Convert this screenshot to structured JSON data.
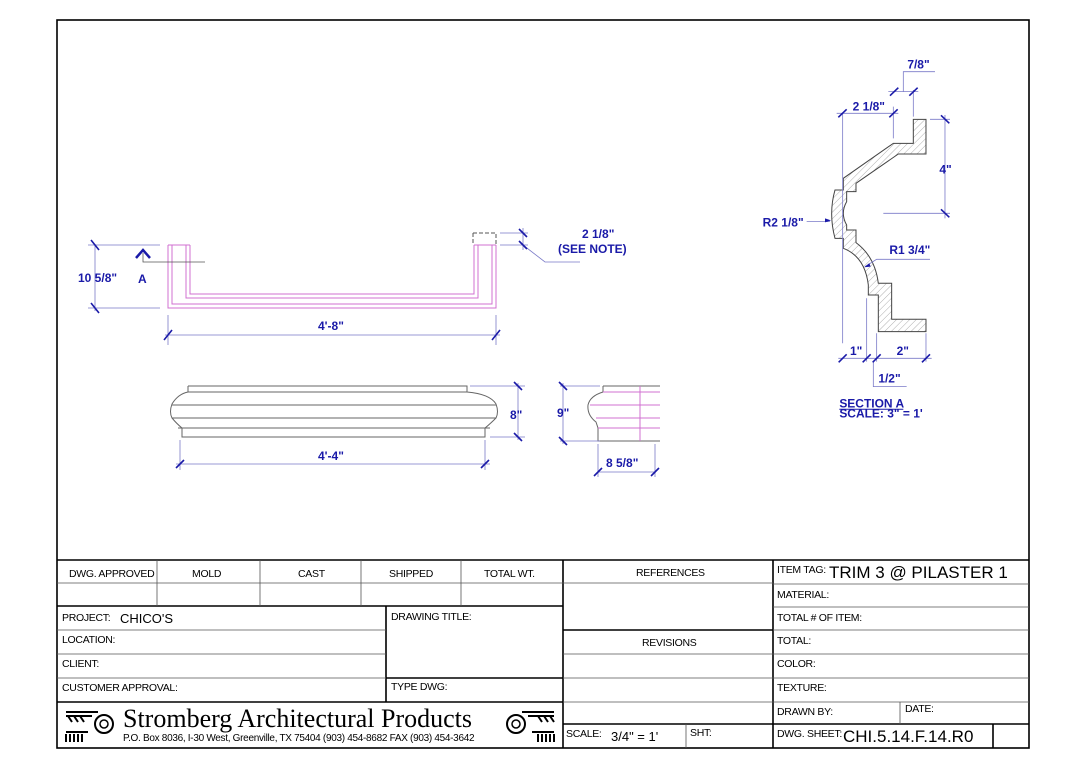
{
  "drawing": {
    "plan_view": {
      "height_dim": "10 5/8\"",
      "section_marker": "A",
      "length_dim": "4'-8\"",
      "end_dim": "2 1/8\"",
      "end_note": "(SEE NOTE)"
    },
    "front_view": {
      "length_dim": "4'-4\"",
      "height_dim": "8\""
    },
    "side_view": {
      "height_dim": "9\"",
      "depth_dim": "8 5/8\""
    },
    "section": {
      "dim_top_right": "7/8\"",
      "dim_top": "2 1/8\"",
      "dim_height": "4\"",
      "radius_outer": "R2 1/8\"",
      "radius_inner": "R1 3/4\"",
      "dim_bottom_left": "1\"",
      "dim_bottom_right": "2\"",
      "dim_bottom_gap": "1/2\"",
      "title": "SECTION A",
      "scale": "SCALE: 3\" = 1'"
    }
  },
  "title_block": {
    "status_headers": [
      "DWG. APPROVED",
      "MOLD",
      "CAST",
      "SHIPPED",
      "TOTAL WT."
    ],
    "project_label": "PROJECT:",
    "project_value": "CHICO'S",
    "location_label": "LOCATION:",
    "client_label": "CLIENT:",
    "customer_approval_label": "CUSTOMER APPROVAL:",
    "drawing_title_label": "DRAWING TITLE:",
    "type_dwg_label": "TYPE DWG:",
    "company_name": "Stromberg Architectural Products",
    "company_address": "P.O. Box 8036, I-30 West, Greenville, TX 75404  (903) 454-8682  FAX (903) 454-3642",
    "references_label": "REFERENCES",
    "revisions_label": "REVISIONS",
    "scale_label": "SCALE:",
    "scale_value": "3/4\" = 1'",
    "sht_label": "SHT:",
    "item_tag_label": "ITEM TAG:",
    "item_tag_value": "TRIM 3 @ PILASTER 1",
    "material_label": "MATERIAL:",
    "total_items_label": "TOTAL # OF ITEM:",
    "total_label": "TOTAL:",
    "color_label": "COLOR:",
    "texture_label": "TEXTURE:",
    "drawn_by_label": "DRAWN BY:",
    "date_label": "DATE:",
    "dwg_sheet_label": "DWG. SHEET:",
    "dwg_sheet_value": "CHI.5.14.F.14.R0"
  },
  "colors": {
    "dimension": "#1a1aa8",
    "hidden_profile": "#d070d0"
  }
}
